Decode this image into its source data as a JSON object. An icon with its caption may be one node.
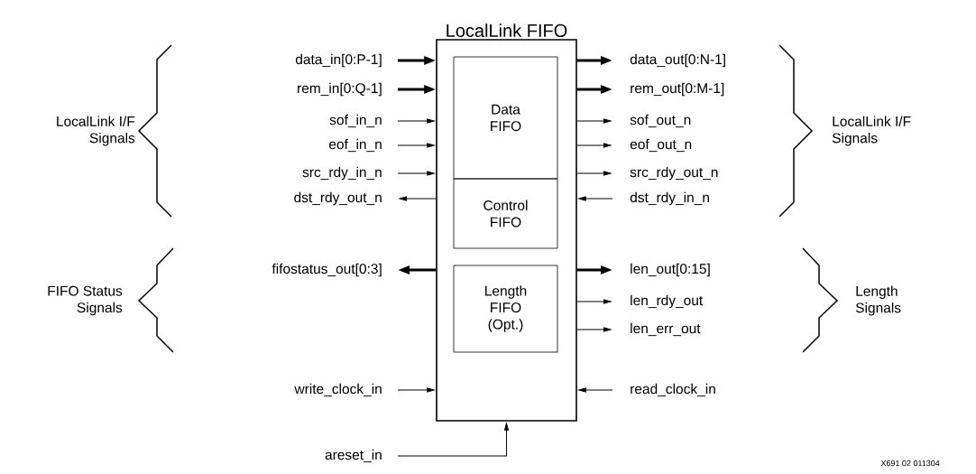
{
  "diagram": {
    "nodes": [
      {
        "text": [
          "LocalLink FIFO"
        ]
      },
      {
        "text": [
          "Data FIFO"
        ],
        "in": 0
      },
      {
        "text": [
          "Control FIFO"
        ],
        "in": 0
      },
      {
        "text": [
          "Length FIFO (Opt.)"
        ],
        "in": 0
      },
      {
        "text": [
          "data_in[0:P-1]"
        ]
      },
      {
        "text": [
          "rem_in[0:Q-1]"
        ]
      },
      {
        "text": [
          "sof_in_n"
        ]
      },
      {
        "text": [
          "eof_in_n"
        ]
      },
      {
        "text": [
          "src_rdy_in_n"
        ]
      },
      {
        "text": [
          "dst_rdy_out_n"
        ]
      },
      {
        "text": [
          "fifostatus_out[0:3]"
        ]
      },
      {
        "text": [
          "write_clock_in"
        ]
      },
      {
        "text": [
          "areset_in"
        ]
      },
      {
        "text": [
          "data_out[0:N-1]"
        ]
      },
      {
        "text": [
          "rem_out[0:M-1]"
        ]
      },
      {
        "text": [
          "sof_out_n"
        ]
      },
      {
        "text": [
          "eof_out_n"
        ]
      },
      {
        "text": [
          "src_rdy_out_n"
        ]
      },
      {
        "text": [
          "dst_rdy_in_n"
        ]
      },
      {
        "text": [
          "len_out[0:15]"
        ]
      },
      {
        "text": [
          "len_rdy_out"
        ]
      },
      {
        "text": [
          "len_err_out"
        ]
      },
      {
        "text": [
          "read_clock_in"
        ]
      }
    ],
    "edges": [
      {
        "from": 4,
        "to": 0,
        "arrow": "to",
        "style": "thick"
      },
      {
        "from": 5,
        "to": 0,
        "arrow": "to",
        "style": "thick"
      },
      {
        "from": 6,
        "to": 0,
        "arrow": "to"
      },
      {
        "from": 7,
        "to": 0,
        "arrow": "to"
      },
      {
        "from": 8,
        "to": 0,
        "arrow": "to"
      },
      {
        "from": 0,
        "to": 9,
        "arrow": "to"
      },
      {
        "from": 0,
        "to": 10,
        "arrow": "to",
        "style": "thick"
      },
      {
        "from": 11,
        "to": 0,
        "arrow": "to"
      },
      {
        "from": 12,
        "to": 0,
        "arrow": "to"
      },
      {
        "from": 0,
        "to": 13,
        "arrow": "to",
        "style": "thick"
      },
      {
        "from": 0,
        "to": 14,
        "arrow": "to",
        "style": "thick"
      },
      {
        "from": 0,
        "to": 15,
        "arrow": "to"
      },
      {
        "from": 0,
        "to": 16,
        "arrow": "to"
      },
      {
        "from": 0,
        "to": 17,
        "arrow": "to"
      },
      {
        "from": 18,
        "to": 0,
        "arrow": "to"
      },
      {
        "from": 0,
        "to": 19,
        "arrow": "to",
        "style": "thick"
      },
      {
        "from": 0,
        "to": 20,
        "arrow": "to"
      },
      {
        "from": 0,
        "to": 21,
        "arrow": "to"
      },
      {
        "from": 22,
        "to": 0,
        "arrow": "to"
      }
    ],
    "labels": [
      "LocalLink I/F Signals",
      "FIFO Status Signals",
      "LocalLink I/F Signals",
      "Length Signals",
      "X691 02 011304"
    ]
  }
}
